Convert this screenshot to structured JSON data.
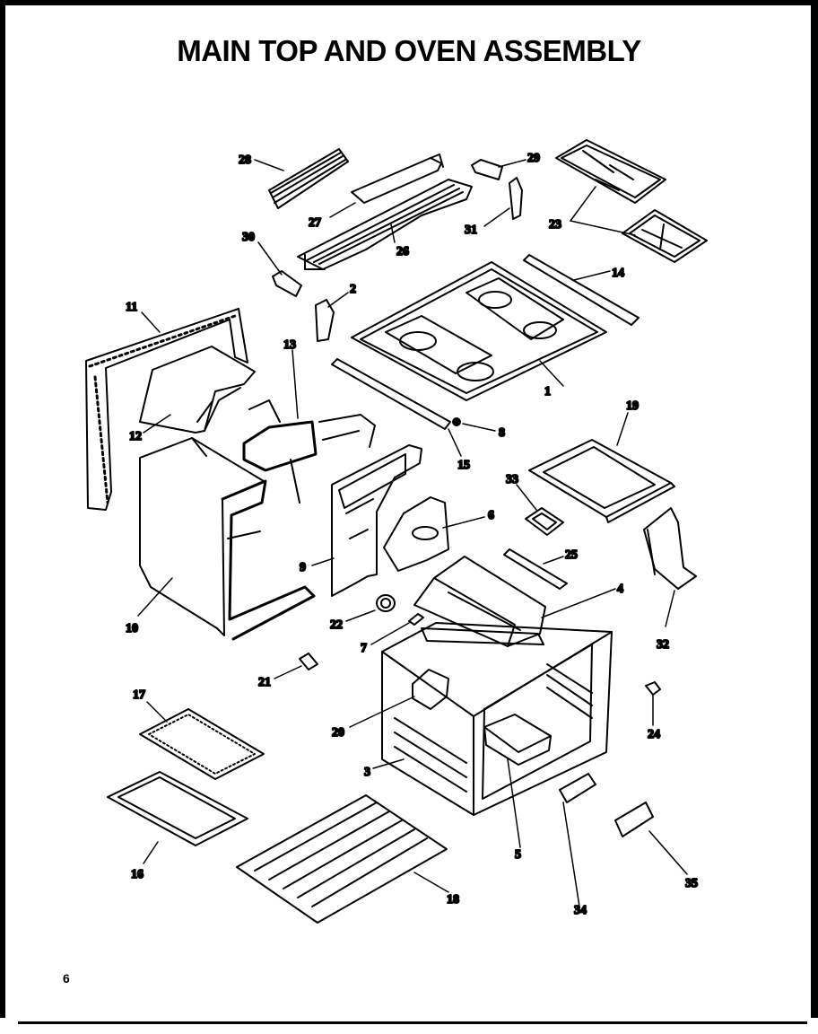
{
  "title": "MAIN TOP AND OVEN ASSEMBLY",
  "page_number": "6",
  "part_labels": [
    "1",
    "2",
    "3",
    "4",
    "5",
    "6",
    "7",
    "8",
    "9",
    "10",
    "11",
    "12",
    "13",
    "14",
    "15",
    "16",
    "17",
    "18",
    "19",
    "20",
    "21",
    "22",
    "23",
    "24",
    "25",
    "26",
    "27",
    "28",
    "29",
    "30",
    "31",
    "32",
    "33",
    "34",
    "35"
  ]
}
